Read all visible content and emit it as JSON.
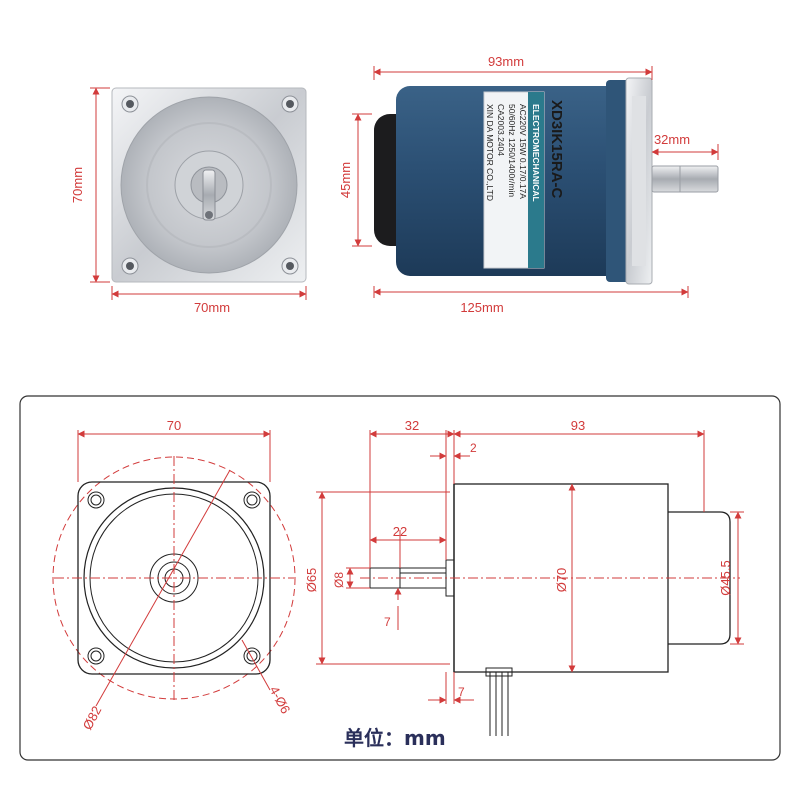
{
  "photo": {
    "front_width": "70mm",
    "front_height": "70mm",
    "body_length": "93mm",
    "total_length": "125mm",
    "shaft_length": "32mm",
    "cap_height": "45mm",
    "label": {
      "model": "XD3IK15RA-C",
      "brand_strip": "ELECTROMECHANICAL",
      "spec_line1": "AC220V  15W  0.17/0.17A",
      "spec_line2": "50/60Hz  1250/1400r/min",
      "spec_line3": "CA2003.2404",
      "maker": "XIN DA MOTOR CO.,LTD"
    },
    "colors": {
      "body": "#2b4f73",
      "label": "#f2f4f6",
      "dim": "#d23b3b"
    }
  },
  "drawing": {
    "front_width": "70",
    "bolt_circle": "Ø82",
    "holes": "4-Ø6",
    "shaft_ext": "32",
    "body_len": "93",
    "flange_gap": "2",
    "key_len": "22",
    "shaft_dia": "Ø8",
    "pilot_dia": "Ø65",
    "key_height": "7",
    "body_dia": "Ø70",
    "cap_dia": "Ø45.5",
    "flange_thk": "7",
    "units": "单位：mm"
  }
}
